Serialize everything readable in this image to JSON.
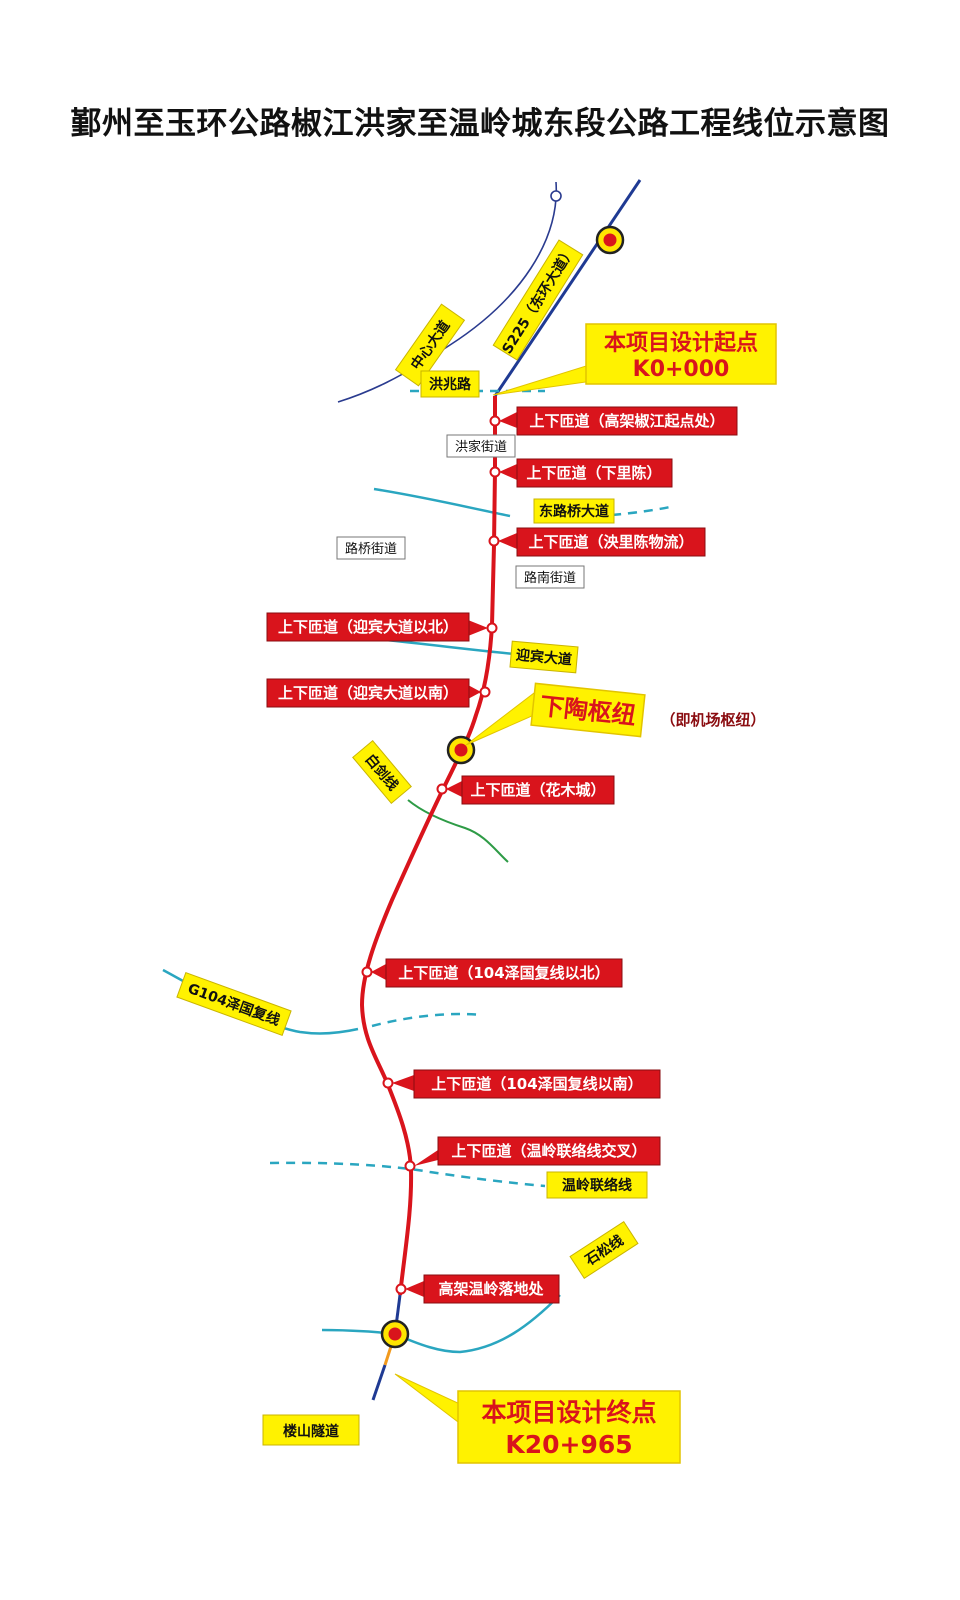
{
  "title": "鄞州至玉环公路椒江洪家至温岭城东段公路工程线位示意图",
  "colors": {
    "route": "#d9141c",
    "road_blue": "#1f3a93",
    "road_teal": "#2aa6c0",
    "road_green": "#2e9b46",
    "label_yellow": "#fff200",
    "label_red": "#d9141c",
    "hub_yellow": "#ffe400"
  },
  "road_labels": {
    "zhongxin": "中心大道",
    "s225": "S225（东环大道）",
    "hongzhao": "洪兆路",
    "donglu": "东路桥大道",
    "yingbin": "迎宾大道",
    "baijian": "白剑线",
    "g104": "G104泽国复线",
    "wenling_link": "温岭联络线",
    "shisong": "石松线",
    "loushan": "楼山隧道"
  },
  "district_labels": {
    "hongjia": "洪家街道",
    "luqiao": "路桥街道",
    "lunan": "路南街道"
  },
  "ramps": [
    "上下匝道（高架椒江起点处）",
    "上下匝道（下里陈）",
    "上下匝道（泱里陈物流）",
    "上下匝道（迎宾大道以北）",
    "上下匝道（迎宾大道以南）",
    "上下匝道（花木城）",
    "上下匝道（104泽国复线以北）",
    "上下匝道（104泽国复线以南）",
    "上下匝道（温岭联络线交叉）",
    "高架温岭落地处"
  ],
  "start": {
    "label": "本项目设计起点",
    "km": "K0+000"
  },
  "end": {
    "label": "本项目设计终点",
    "km": "K20+965"
  },
  "hub": {
    "label": "下陶枢纽",
    "note": "（即机场枢纽）"
  }
}
